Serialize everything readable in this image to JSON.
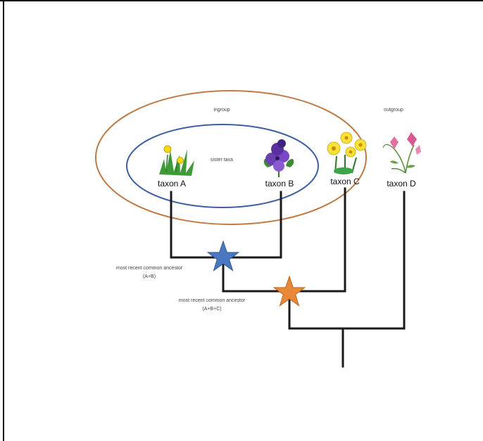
{
  "labels": {
    "ingroup": "ingroup",
    "outgroup": "outgroup",
    "sister_taxa": "sister taxa",
    "taxon_a": "taxon A",
    "taxon_b": "taxon B",
    "taxon_c": "taxon C",
    "taxon_d": "taxon D",
    "mrca_ab_line1": "most recent common ancestor",
    "mrca_ab_line2": "(A+B)",
    "mrca_abc_line1": "most recent common ancestor",
    "mrca_abc_line2": "(A+B+C)"
  },
  "colors": {
    "ingroup_ellipse": "#c07a45",
    "sister_ellipse": "#3d5fa0",
    "tree_lines": "#1a1a1a",
    "star_ab": "#4a78c0",
    "star_abc": "#e8893a",
    "frame": "#111111"
  },
  "icons": {
    "taxon_a": "dandelion-icon",
    "taxon_b": "purple-flower-icon",
    "taxon_c": "yellow-flowers-icon",
    "taxon_d": "pink-flower-icon"
  }
}
